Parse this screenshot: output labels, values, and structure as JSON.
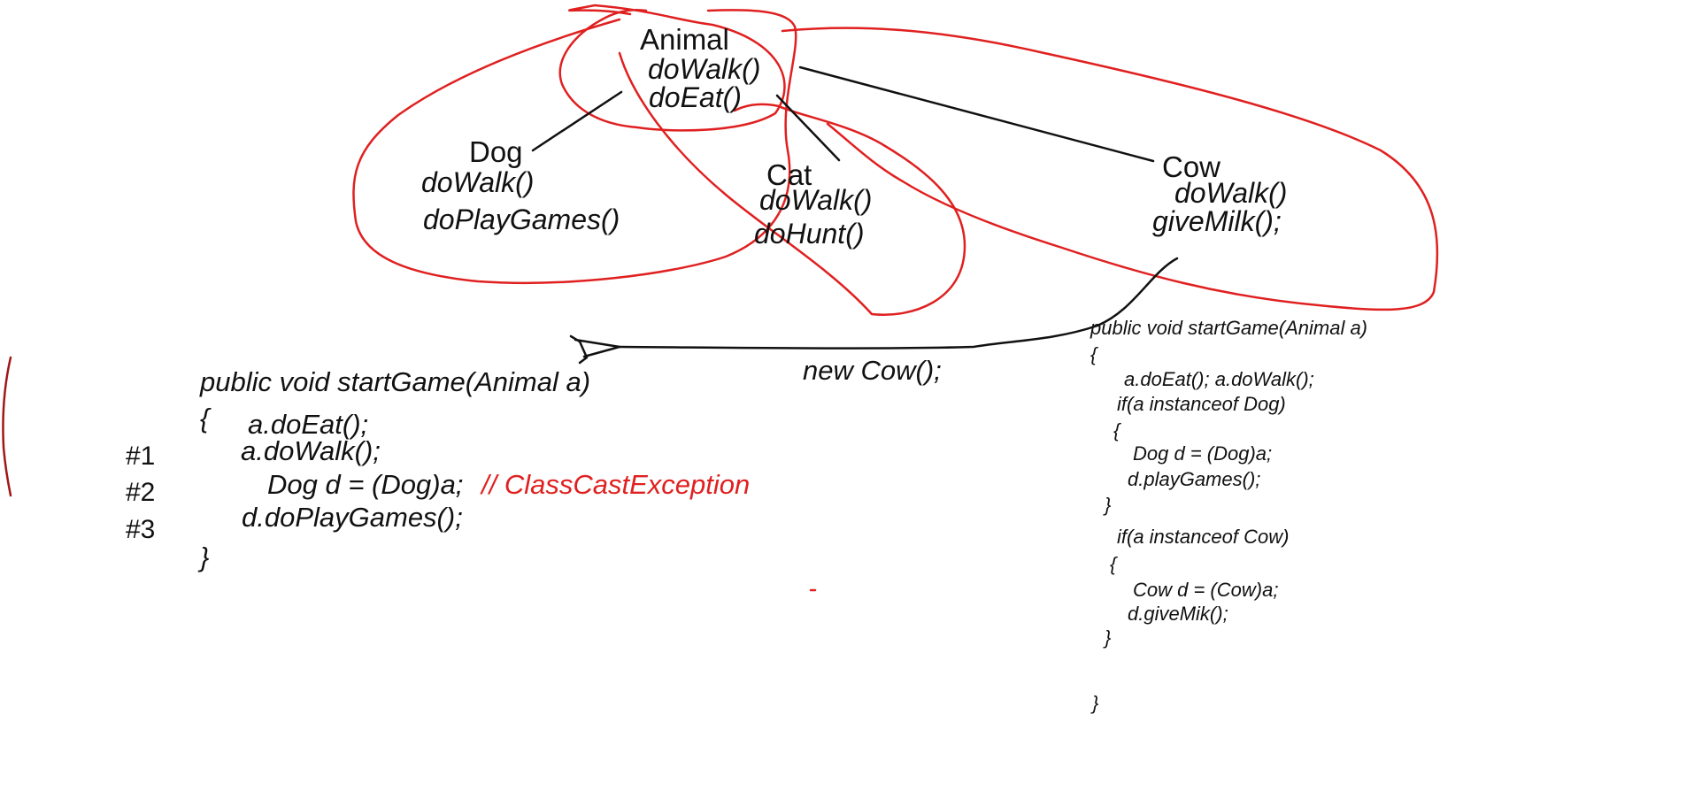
{
  "colors": {
    "ink": "#111111",
    "annotation": "#e02020",
    "margin_mark": "#a01818"
  },
  "diagram": {
    "animal": {
      "name": "Animal",
      "methods": [
        "doWalk()",
        "doEat()"
      ]
    },
    "dog": {
      "name": "Dog",
      "methods": [
        "doWalk()",
        "doPlayGames()"
      ]
    },
    "cat": {
      "name": "Cat",
      "methods": [
        "doWalk()",
        "doHunt()"
      ]
    },
    "cow": {
      "name": "Cow",
      "methods": [
        "doWalk()",
        "giveMilk();"
      ]
    },
    "arrow_label": "new Cow();"
  },
  "left_code": {
    "signature": "public void startGame(Animal a)",
    "open_brace": "{",
    "line_eat": "a.doEat();",
    "line_walk": "a.doWalk();",
    "line_cast": "Dog d = (Dog)a;",
    "line_cast_comment": "// ClassCastException",
    "line_play": "d.doPlayGames();",
    "close_brace": "}",
    "markers": [
      "#1",
      "#2",
      "#3"
    ]
  },
  "right_code": {
    "signature": "public void startGame(Animal a)",
    "open_brace": "{",
    "line_calls": "a.doEat(); a.doWalk();",
    "if_dog": "if(a instanceof Dog)",
    "dog_open": "{",
    "dog_cast": "Dog d = (Dog)a;",
    "dog_call": "d.playGames();",
    "dog_close": "}",
    "if_cow": "if(a instanceof Cow)",
    "cow_open": "{",
    "cow_cast": "Cow d = (Cow)a;",
    "cow_call": "d.giveMik();",
    "cow_close": "}",
    "close_brace": "}"
  }
}
